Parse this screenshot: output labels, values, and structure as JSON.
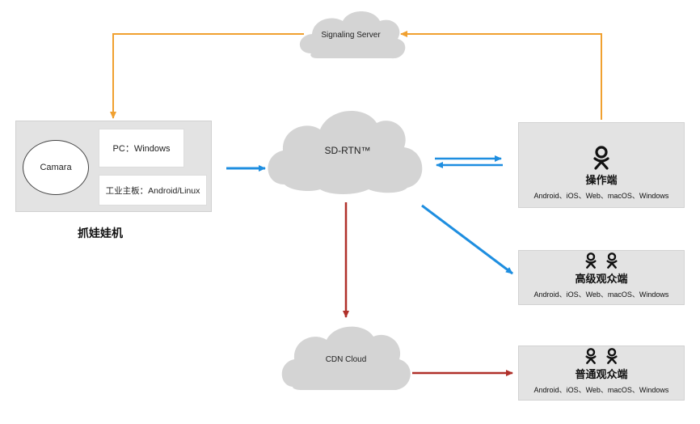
{
  "signaling": {
    "label": "Signaling Server"
  },
  "sdrtn": {
    "label": "SD-RTN™"
  },
  "cdn": {
    "label": "CDN Cloud"
  },
  "machine": {
    "camera_label": "Camara",
    "pc_label": "PC：Windows",
    "board_label": "工业主板：Android/Linux",
    "caption": "抓娃娃机"
  },
  "operator": {
    "title": "操作端",
    "platforms": "Android、iOS、Web、macOS、Windows",
    "icon": "user-icon"
  },
  "advanced_audience": {
    "title": "高级观众端",
    "platforms": "Android、iOS、Web、macOS、Windows",
    "icon": "users-icon"
  },
  "normal_audience": {
    "title": "普通观众端",
    "platforms": "Android、iOS、Web、macOS、Windows",
    "icon": "users-icon"
  },
  "colors": {
    "signaling_arrow": "#f0a030",
    "rtn_arrow": "#1e8ee0",
    "cdn_arrow": "#b0302a",
    "cloud": "#d4d4d4",
    "box": "#e3e3e3"
  }
}
